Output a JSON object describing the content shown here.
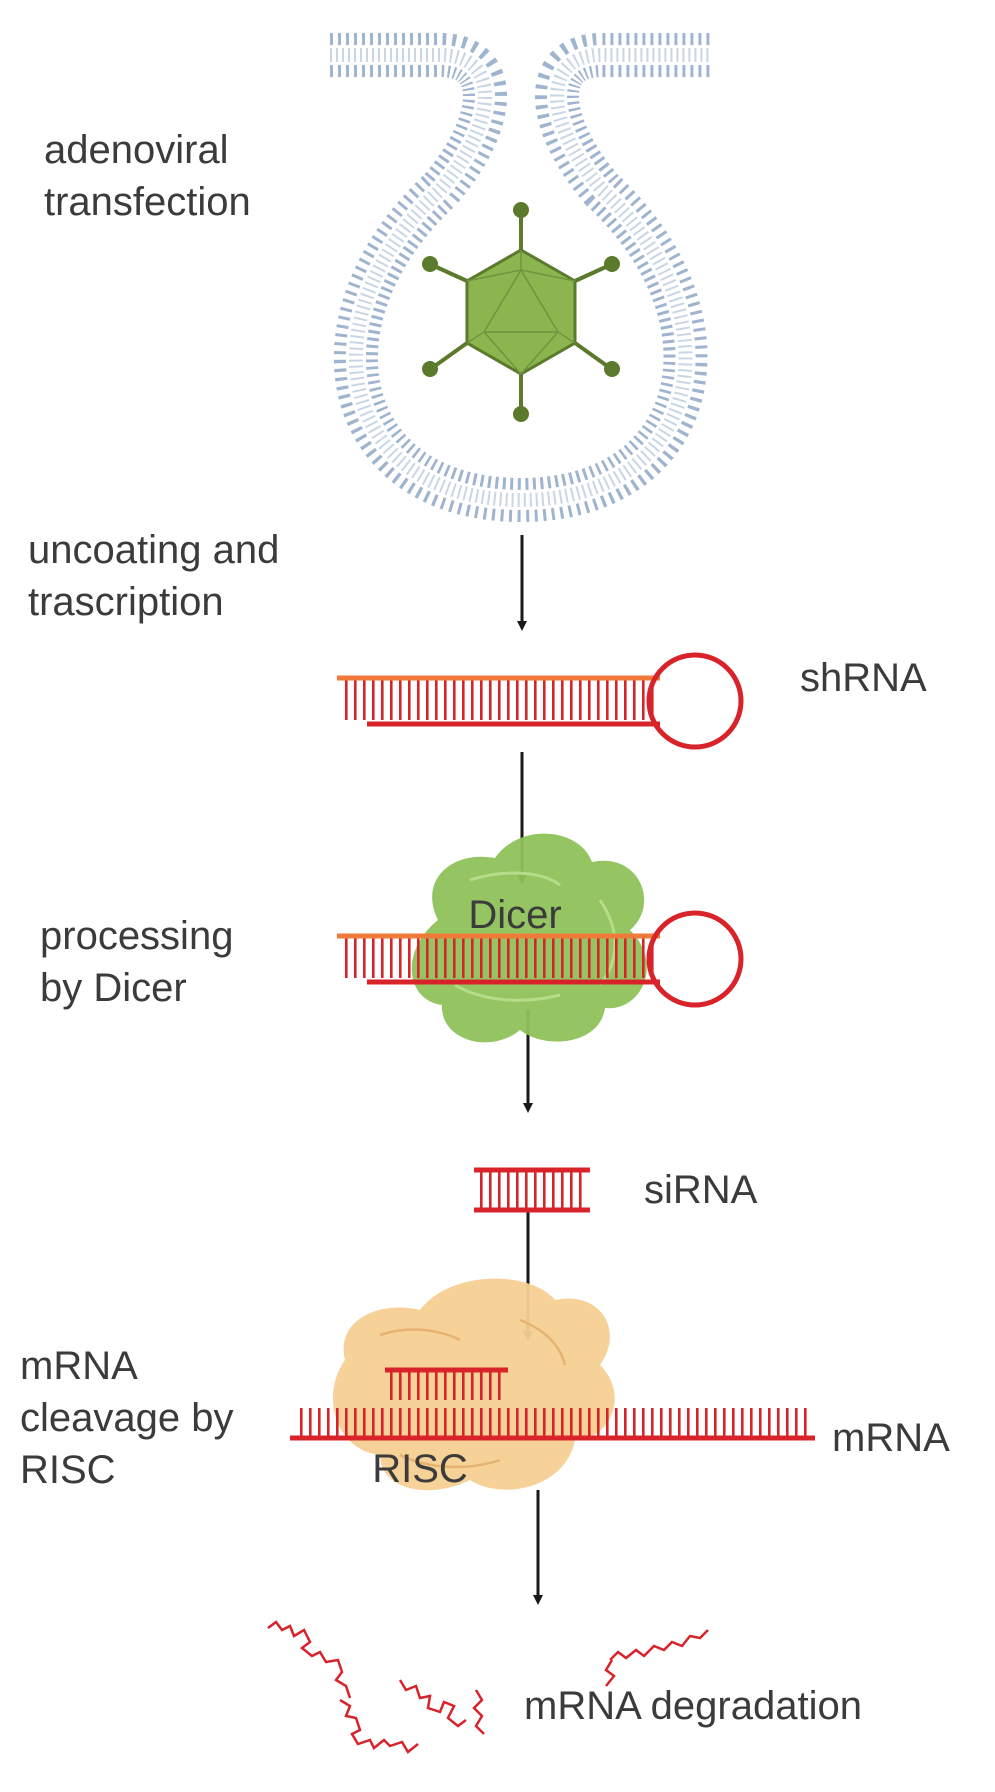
{
  "steps": {
    "transfection": {
      "line1": "adenoviral",
      "line2": "transfection"
    },
    "uncoating": {
      "line1": "uncoating and",
      "line2": "trascription"
    },
    "processing": {
      "line1": "processing",
      "line2": "by Dicer"
    },
    "cleavage": {
      "line1": "mRNA",
      "line2": "cleavage by",
      "line3": "RISC"
    }
  },
  "molecules": {
    "shrna": "shRNA",
    "sirna": "siRNA",
    "mrna": "mRNA",
    "degradation": "mRNA degradation"
  },
  "complexes": {
    "dicer": "Dicer",
    "risc": "RISC"
  },
  "colors": {
    "membrane": "#9fb4cf",
    "virus": "#8db54f",
    "rna_strand": "#d9232a",
    "rna_strand_light": "#f07a3a",
    "dicer": "#8fc25a",
    "risc": "#f6cf92"
  }
}
